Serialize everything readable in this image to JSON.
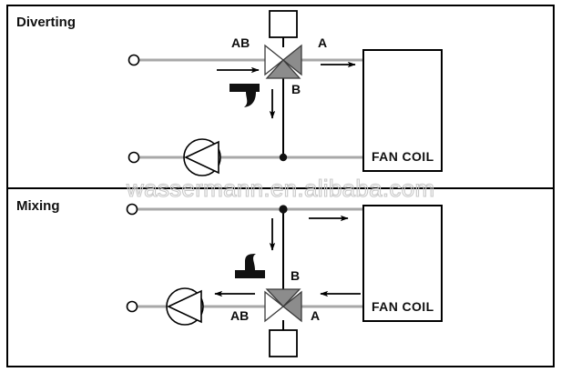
{
  "figure": {
    "background_color": "#ffffff",
    "frame_color": "#000000",
    "pipe_color": "#a8a8a8",
    "valve_fill_color": "#8c8c8c",
    "valve_open_color": "#ffffff",
    "arrow_color": "#000000",
    "watermark_color": "#c9c9c9"
  },
  "watermark": {
    "text": "wassermann.en.alibaba.com"
  },
  "panels": [
    {
      "id": "diverting",
      "title": "Diverting",
      "valve": {
        "ports": {
          "ab": "AB",
          "a": "A",
          "b": "B"
        },
        "actuator_position": "top",
        "closed_port": "AB-left-open",
        "shaded_ports": [
          "A",
          "B"
        ]
      },
      "unit": {
        "label": "FAN COIL"
      },
      "flow_arrows": [
        {
          "name": "supply-inlet-arrow",
          "direction": "right"
        },
        {
          "name": "valve-to-coil-arrow",
          "direction": "right"
        },
        {
          "name": "bypass-down-arrow",
          "direction": "down"
        }
      ],
      "lever": {
        "name": "diverting-lever-icon",
        "shape": "T-lever"
      },
      "connectors": [
        {
          "name": "supply-port-connector"
        },
        {
          "name": "return-port-connector"
        }
      ],
      "junction": {
        "name": "return-junction-dot"
      }
    },
    {
      "id": "mixing",
      "title": "Mixing",
      "valve": {
        "ports": {
          "ab": "AB",
          "a": "A",
          "b": "B"
        },
        "actuator_position": "bottom",
        "closed_port": "AB-left-open",
        "shaded_ports": [
          "A",
          "B"
        ]
      },
      "unit": {
        "label": "FAN COIL"
      },
      "flow_arrows": [
        {
          "name": "supply-to-coil-arrow",
          "direction": "right"
        },
        {
          "name": "bypass-down-arrow",
          "direction": "down"
        },
        {
          "name": "coil-return-arrow",
          "direction": "left"
        },
        {
          "name": "valve-to-pump-arrow",
          "direction": "left"
        }
      ],
      "lever": {
        "name": "mixing-lever-icon",
        "shape": "L-lever"
      },
      "connectors": [
        {
          "name": "supply-port-connector"
        },
        {
          "name": "return-port-connector"
        }
      ],
      "junction": {
        "name": "supply-junction-dot"
      }
    }
  ]
}
